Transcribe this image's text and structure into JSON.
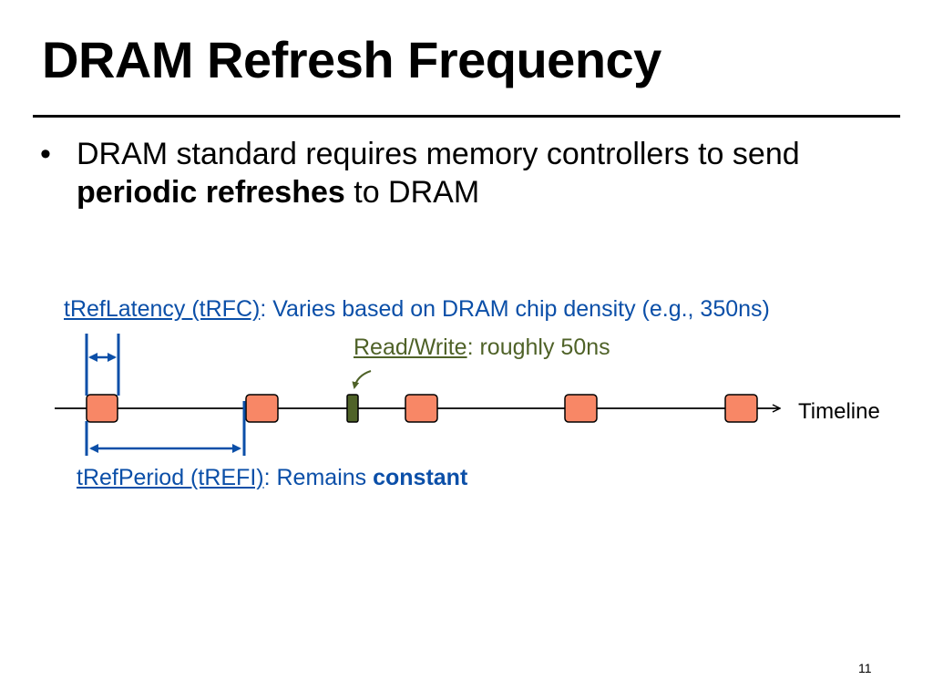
{
  "slide": {
    "title": "DRAM Refresh Frequency",
    "page_number": "11"
  },
  "bullets": [
    {
      "dot": "•",
      "pre": "DRAM standard requires memory controllers to send ",
      "bold": "periodic refreshes",
      "post": " to DRAM"
    }
  ],
  "diagram": {
    "trfc": {
      "term": "tRefLatency (tRFC)",
      "desc": ": Varies based on DRAM chip density (e.g., 350ns)"
    },
    "rw": {
      "term": "Read/Write",
      "desc": ": roughly 50ns"
    },
    "trefi": {
      "term": "tRefPeriod (tREFI)",
      "desc": ": Remains ",
      "emph": "constant"
    },
    "timeline_label": "Timeline",
    "colors": {
      "refresh_fill": "#f88766",
      "rw_fill": "#4f6228",
      "annotation_blue": "#0b4fa8",
      "annotation_green": "#4f6228"
    }
  }
}
